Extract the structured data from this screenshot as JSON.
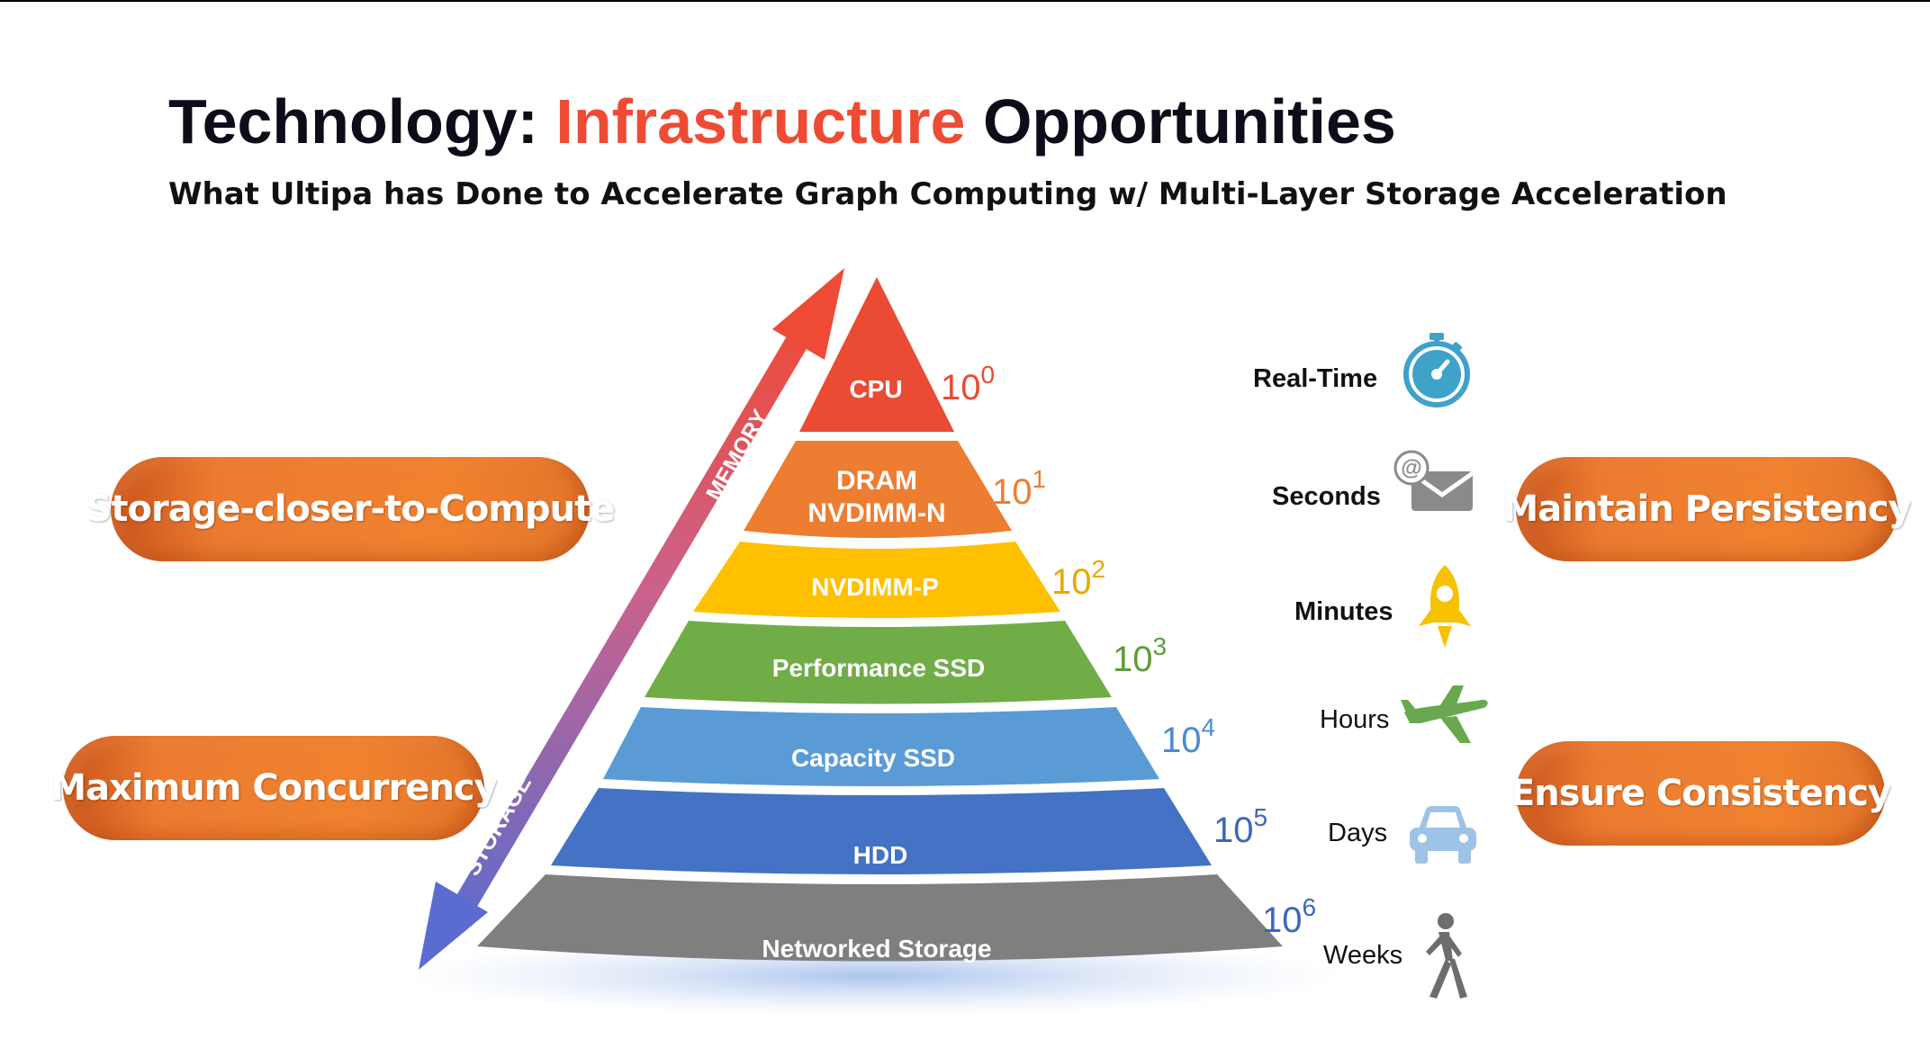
{
  "title": {
    "prefix": "Technology:",
    "accent": "Infrastructure",
    "suffix": "Opportunities"
  },
  "subtitle": "What Ultipa has Done to Accelerate Graph Computing w/ Multi-Layer Storage Acceleration",
  "arrow_labels": {
    "top": "MEMORY",
    "bottom": "STORAGE"
  },
  "layers": [
    {
      "line1": "CPU",
      "line2": "",
      "color": "#e94b35",
      "exp_base": "10",
      "exp": "0",
      "exp_color": "#e94b35"
    },
    {
      "line1": "DRAM",
      "line2": "NVDIMM-N",
      "color": "#ed7d31",
      "exp_base": "10",
      "exp": "1",
      "exp_color": "#ed7d31"
    },
    {
      "line1": "NVDIMM-P",
      "line2": "",
      "color": "#ffc000",
      "exp_base": "10",
      "exp": "2",
      "exp_color": "#e6a900"
    },
    {
      "line1": "Performance SSD",
      "line2": "",
      "color": "#70ad47",
      "exp_base": "10",
      "exp": "3",
      "exp_color": "#5e9c38"
    },
    {
      "line1": "Capacity SSD",
      "line2": "",
      "color": "#5b9bd5",
      "exp_base": "10",
      "exp": "4",
      "exp_color": "#4a8ccd"
    },
    {
      "line1": "HDD",
      "line2": "",
      "color": "#4472c4",
      "exp_base": "10",
      "exp": "5",
      "exp_color": "#3d67b9"
    },
    {
      "line1": "Networked Storage",
      "line2": "",
      "color": "#7f7f7f",
      "exp_base": "10",
      "exp": "6",
      "exp_color": "#3d67b9"
    }
  ],
  "time_scale": [
    {
      "label": "Real-Time",
      "icon": "stopwatch-icon",
      "bold": true
    },
    {
      "label": "Seconds",
      "icon": "email-icon",
      "bold": true
    },
    {
      "label": "Minutes",
      "icon": "rocket-icon",
      "bold": true
    },
    {
      "label": "Hours",
      "icon": "airplane-icon",
      "bold": false
    },
    {
      "label": "Days",
      "icon": "car-icon",
      "bold": false
    },
    {
      "label": "Weeks",
      "icon": "walking-person-icon",
      "bold": false
    }
  ],
  "pills": {
    "storage_closer": "Storage-closer-to-Compute",
    "max_concurrency": "Maximum Concurrency",
    "persistency": "Maintain Persistency",
    "consistency": "Ensure Consistency"
  },
  "colors": {
    "accent": "#ee4b35",
    "pill": "#ed7d31",
    "icon_blue": "#3fa2c9",
    "icon_gray": "#8a8a8a",
    "icon_green": "#6aa84f",
    "icon_yellow": "#f6c200",
    "icon_car": "#9dc3e6"
  }
}
